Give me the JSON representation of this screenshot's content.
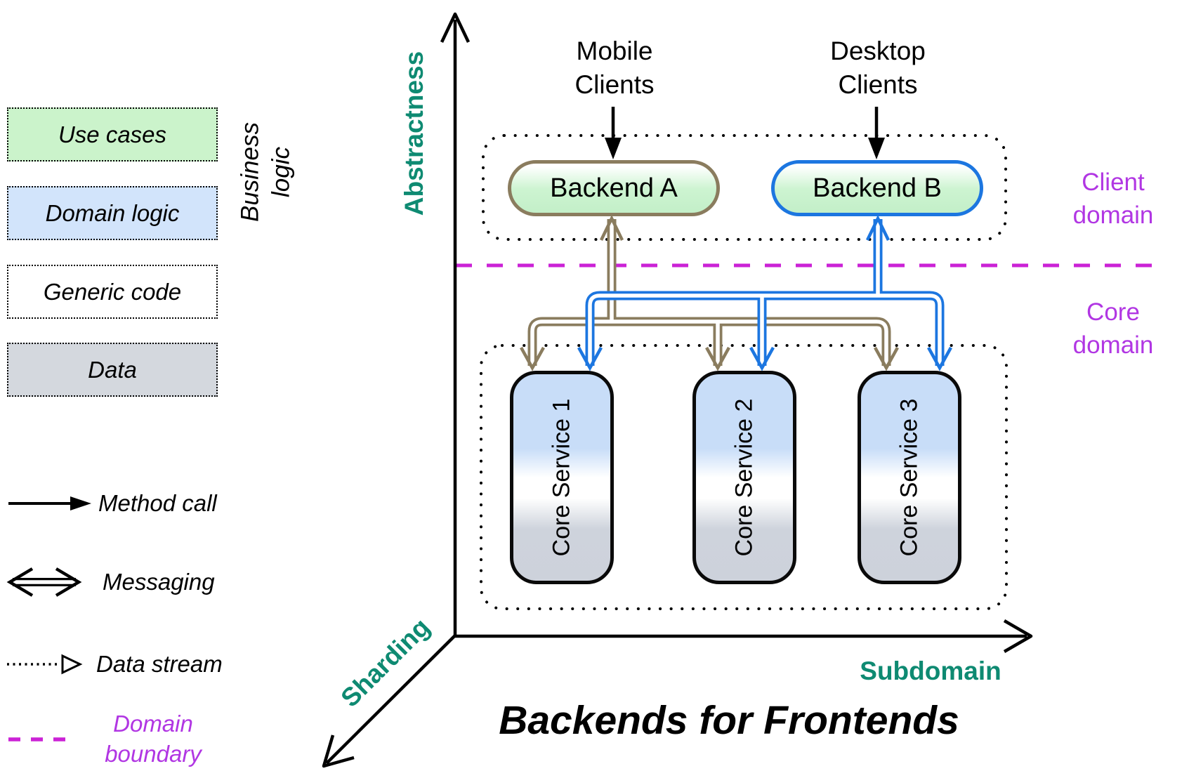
{
  "title": "Backends for Frontends",
  "axes": {
    "vertical": "Abstractness",
    "horizontal": "Subdomain",
    "depth": "Sharding"
  },
  "legend": {
    "side_label": "Business\nlogic",
    "layers": [
      {
        "label": "Use cases",
        "fill": "#cbf3cb"
      },
      {
        "label": "Domain logic",
        "fill": "#d2e4fb"
      },
      {
        "label": "Generic code",
        "fill": "#ffffff"
      },
      {
        "label": "Data",
        "fill": "#d4d8de"
      }
    ],
    "connectors": [
      {
        "label": "Method call",
        "type": "method-call"
      },
      {
        "label": "Messaging",
        "type": "messaging"
      },
      {
        "label": "Data stream",
        "type": "data-stream"
      },
      {
        "label": "Domain\nboundary",
        "type": "domain-boundary"
      }
    ]
  },
  "clients": {
    "mobile": "Mobile\nClients",
    "desktop": "Desktop\nClients"
  },
  "backends": {
    "a": {
      "label": "Backend A",
      "border_color": "#8a7c5e"
    },
    "b": {
      "label": "Backend B",
      "border_color": "#1c76e0"
    }
  },
  "domains": {
    "client": "Client\ndomain",
    "core": "Core\ndomain"
  },
  "core_services": [
    {
      "label": "Core Service 1"
    },
    {
      "label": "Core Service 2"
    },
    {
      "label": "Core Service 3"
    }
  ],
  "colors": {
    "teal_axis": "#0e8a72",
    "domain_label": "#b136e3",
    "domain_boundary_line": "#cb22d6",
    "backend_a_accent": "#8a7c5e",
    "backend_b_accent": "#1c76e0",
    "backend_fill": "#c9f3cd",
    "service_top_fill": "#c8ddf8",
    "service_bottom_fill": "#cdd2db"
  }
}
